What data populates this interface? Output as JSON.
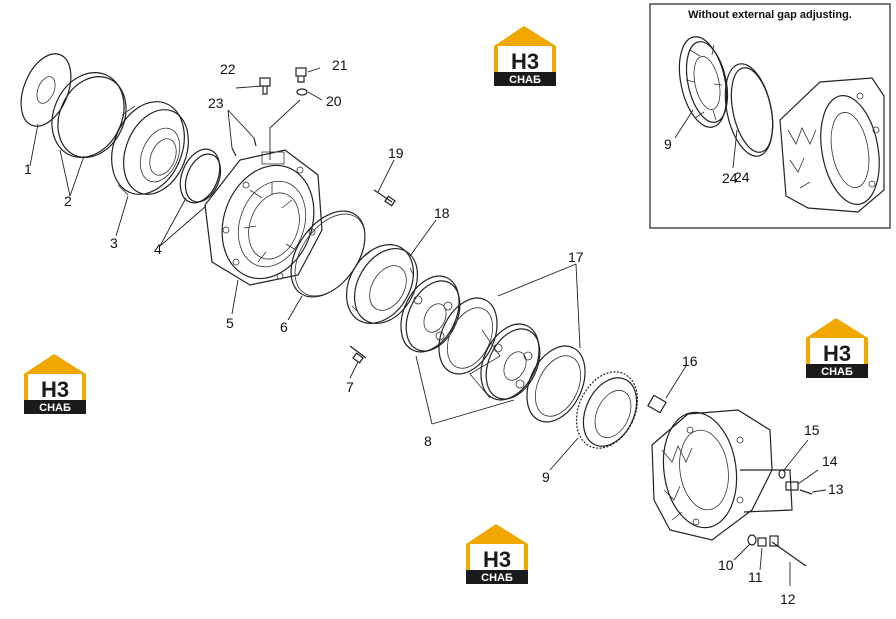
{
  "inset": {
    "title": "Without external  gap adjusting."
  },
  "logo": {
    "brand_top": "H3",
    "brand_bottom": "CHAБ",
    "accent_color": "#f0a800",
    "dark_color": "#1a1a1a"
  },
  "callouts": {
    "c1": "1",
    "c2": "2",
    "c3": "3",
    "c4": "4",
    "c5": "5",
    "c6": "6",
    "c7": "7",
    "c8": "8",
    "c9": "9",
    "c10": "10",
    "c11": "11",
    "c12": "12",
    "c13": "13",
    "c14": "14",
    "c15": "15",
    "c16": "16",
    "c17": "17",
    "c18": "18",
    "c19": "19",
    "c20": "20",
    "c21": "21",
    "c22": "22",
    "c23": "23",
    "c24": "24",
    "inset9": "9",
    "inset24": "24"
  }
}
